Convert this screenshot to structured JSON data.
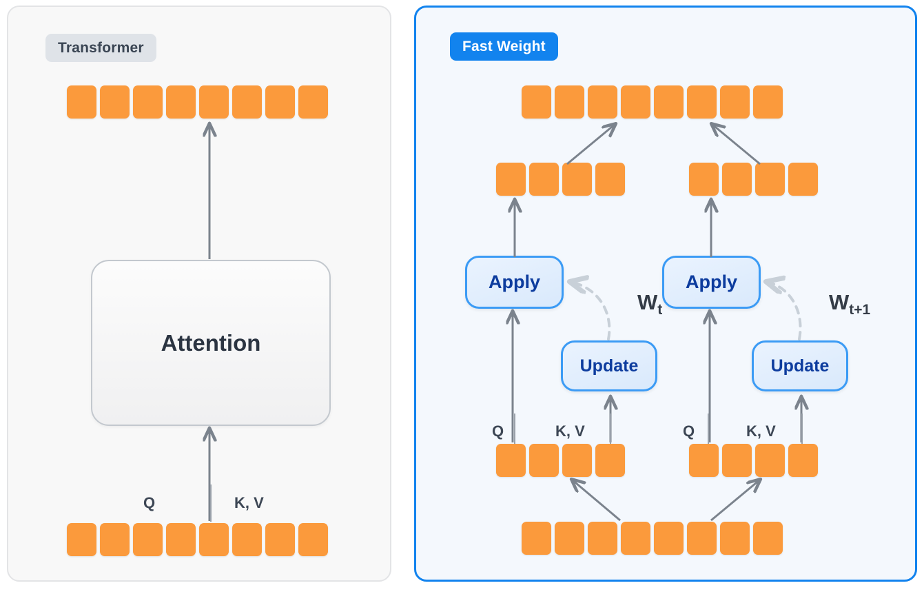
{
  "figure": {
    "title": "Transformer vs Fast Weight attention architecture diagram",
    "colors": {
      "token_orange": "#fb9a3c",
      "panel_left_bg": "#f8f8f8",
      "panel_left_border": "#e3e4e6",
      "panel_right_bg": "#f4f8fd",
      "panel_right_border": "#1283ee",
      "badge_left_bg": "#dfe3e8",
      "badge_left_text": "#3a4553",
      "badge_right_bg": "#1283ee",
      "badge_right_text": "#ffffff",
      "node_border": "#3b9bf5",
      "node_text": "#0d3c9e",
      "arrow_gray": "#7b838d",
      "arrow_dashed": "#c8d0d8",
      "attention_text": "#2b3441"
    }
  },
  "left_panel": {
    "badge": "Transformer",
    "attention_label": "Attention",
    "output_row": {
      "count": 8
    },
    "input_row": {
      "count": 8
    },
    "labels": {
      "q": "Q",
      "kv": "K, V"
    }
  },
  "right_panel": {
    "badge": "Fast Weight",
    "output_row": {
      "count": 8
    },
    "mid_row_left": {
      "count": 4
    },
    "mid_row_right": {
      "count": 4
    },
    "token_row_left": {
      "count": 4
    },
    "token_row_right": {
      "count": 4
    },
    "input_row": {
      "count": 8
    },
    "nodes": {
      "apply_left": "Apply",
      "apply_right": "Apply",
      "update_left": "Update",
      "update_right": "Update"
    },
    "weights": {
      "w_t_base": "W",
      "w_t_sub": "t",
      "w_t1_base": "W",
      "w_t1_sub": "t+1"
    },
    "labels": {
      "q_left": "Q",
      "kv_left": "K, V",
      "q_right": "Q",
      "kv_right": "K, V"
    }
  }
}
